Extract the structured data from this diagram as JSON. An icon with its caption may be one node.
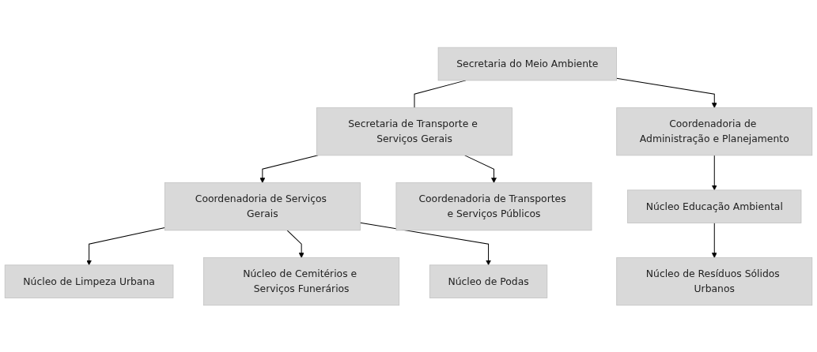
{
  "diagram": {
    "nodes": [
      {
        "text": [
          "Secretaria do Meio Ambiente"
        ]
      },
      {
        "text": [
          "Secretaria de Transporte e Serviços Gerais"
        ]
      },
      {
        "text": [
          "Coordenadoria de Administração e Planejamento"
        ]
      },
      {
        "text": [
          "Coordenadoria de Serviços Gerais"
        ]
      },
      {
        "text": [
          "Coordenadoria de Transportes e Serviços Públicos"
        ]
      },
      {
        "text": [
          "Núcleo Educação Ambiental"
        ]
      },
      {
        "text": [
          "Núcleo de Limpeza Urbana"
        ]
      },
      {
        "text": [
          "Núcleo de Cemitérios e Serviços Funerários"
        ]
      },
      {
        "text": [
          "Núcleo de Resíduos Sólidos Urbanos"
        ]
      },
      {
        "text": [
          "Núcleo de Podas"
        ]
      }
    ],
    "edges": [
      {
        "from": 0,
        "to": 1,
        "arrow": "none"
      },
      {
        "from": 0,
        "to": 2,
        "arrow": "to"
      },
      {
        "from": 2,
        "to": 5,
        "arrow": "to"
      },
      {
        "from": 5,
        "to": 8,
        "arrow": "to"
      },
      {
        "from": 1,
        "to": 3,
        "arrow": "to"
      },
      {
        "from": 3,
        "to": 6,
        "arrow": "to"
      },
      {
        "from": 3,
        "to": 7,
        "arrow": "to"
      },
      {
        "from": 3,
        "to": 9,
        "arrow": "to"
      },
      {
        "from": 1,
        "to": 4,
        "arrow": "to"
      }
    ]
  }
}
